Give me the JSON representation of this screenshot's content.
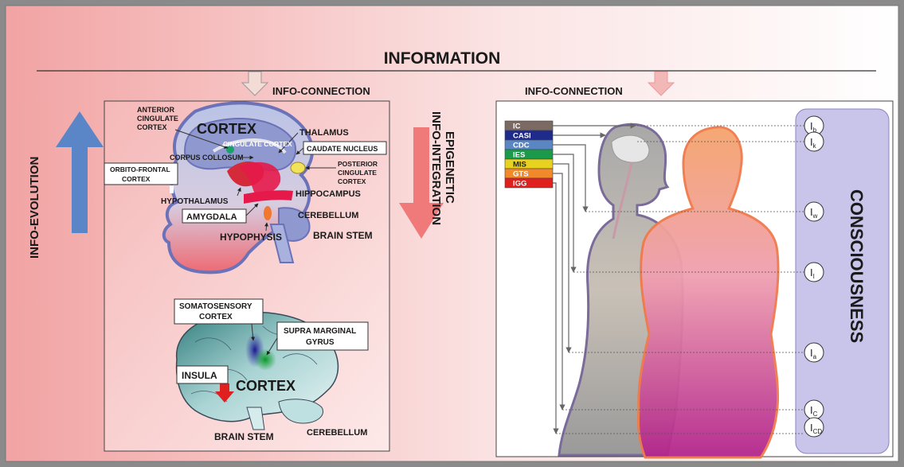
{
  "header": {
    "title": "INFORMATION"
  },
  "left_panel": {
    "info_connection": "INFO-CONNECTION",
    "info_evolution": "INFO-EVOLUTION",
    "epigenetic_line1": "EPIGENETIC",
    "epigenetic_line2": "INFO-INTEGRATION",
    "brain_sagittal": {
      "cortex": "CORTEX",
      "anterior_cingulate": [
        "ANTERIOR",
        "CINGULATE",
        "CORTEX"
      ],
      "thalamus": "THALAMUS",
      "cingulate_cortex": "CINGULATE CORTEX",
      "caudate_nucleus": "CAUDATE NUCLEUS",
      "corpus_collosum": "CORPUS COLLOSUM",
      "orbito_frontal": [
        "ORBITO-FRONTAL",
        "CORTEX"
      ],
      "posterior_cingulate": [
        "POSTERIOR",
        "CINGULATE",
        "CORTEX"
      ],
      "hypothalamus": "HYPOTHALAMUS",
      "hippocampus": "HIPPOCAMPUS",
      "amygdala": "AMYGDALA",
      "cerebellum": "CEREBELLUM",
      "hypophysis": "HYPOPHYSIS",
      "brain_stem": "BRAIN STEM"
    },
    "brain_lateral": {
      "somatosensory": [
        "SOMATOSENSORY",
        "CORTEX"
      ],
      "supra_marginal": [
        "SUPRA MARGINAL",
        "GYRUS"
      ],
      "insula": "INSULA",
      "cortex": "CORTEX",
      "brain_stem": "BRAIN STEM",
      "cerebellum": "CEREBELLUM"
    }
  },
  "right_panel": {
    "info_connection": "INFO-CONNECTION",
    "consciousness": "CONSCIOUSNESS",
    "legend": [
      {
        "label": "IC",
        "color": "#7a6a63"
      },
      {
        "label": "CASI",
        "color": "#1f2b8a"
      },
      {
        "label": "CDC",
        "color": "#5b86c4"
      },
      {
        "label": "IES",
        "color": "#1a9a4a"
      },
      {
        "label": "MIS",
        "color": "#e6d21f"
      },
      {
        "label": "GTS",
        "color": "#f08a2a"
      },
      {
        "label": "IGG",
        "color": "#e01f1f"
      }
    ],
    "levels": [
      {
        "main": "I",
        "sub": "b"
      },
      {
        "main": "I",
        "sub": "k"
      },
      {
        "main": "I",
        "sub": "w"
      },
      {
        "main": "I",
        "sub": "I"
      },
      {
        "main": "I",
        "sub": "a"
      },
      {
        "main": "I",
        "sub": "C"
      },
      {
        "main": "I",
        "sub": "CD"
      }
    ]
  },
  "colors": {
    "evolution_arrow": "#5a86c8",
    "integration_arrow": "#f07a7a",
    "consciousness_panel": "#c9c4ea"
  }
}
